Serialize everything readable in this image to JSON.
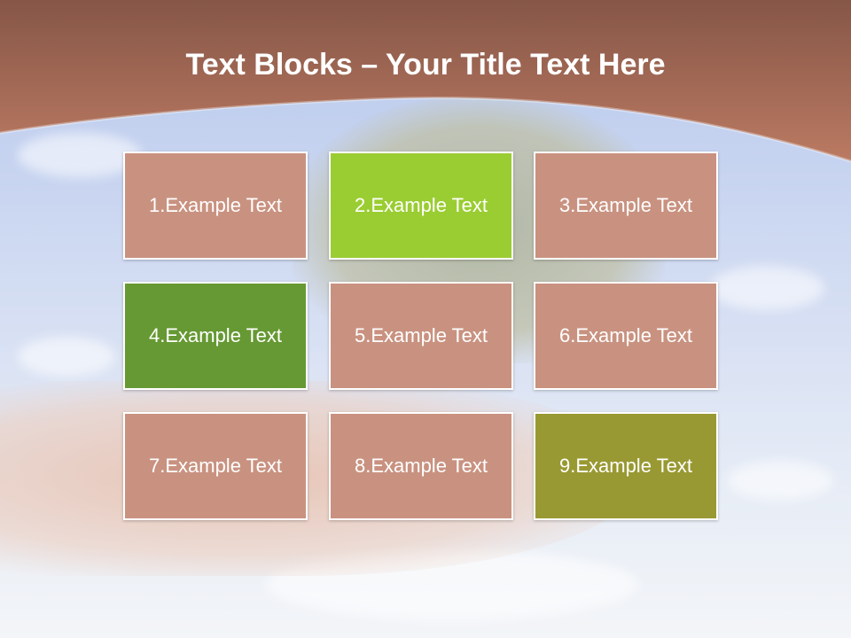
{
  "slide": {
    "title_bold": "Text Blocks",
    "title_rest": " – Your Title Text Here"
  },
  "colors": {
    "header": "#b7725a",
    "tile_default": "#c99280",
    "tile_light_green": "#9acd32",
    "tile_green": "#669933",
    "tile_olive": "#999933"
  },
  "blocks": [
    {
      "label": "1.Example Text",
      "color": "#c99280"
    },
    {
      "label": "2.Example Text",
      "color": "#9acd32"
    },
    {
      "label": "3.Example Text",
      "color": "#c99280"
    },
    {
      "label": "4.Example Text",
      "color": "#669933"
    },
    {
      "label": "5.Example Text",
      "color": "#c99280"
    },
    {
      "label": "6.Example Text",
      "color": "#c99280"
    },
    {
      "label": "7.Example Text",
      "color": "#c99280"
    },
    {
      "label": "8.Example Text",
      "color": "#c99280"
    },
    {
      "label": "9.Example Text",
      "color": "#999933"
    }
  ]
}
